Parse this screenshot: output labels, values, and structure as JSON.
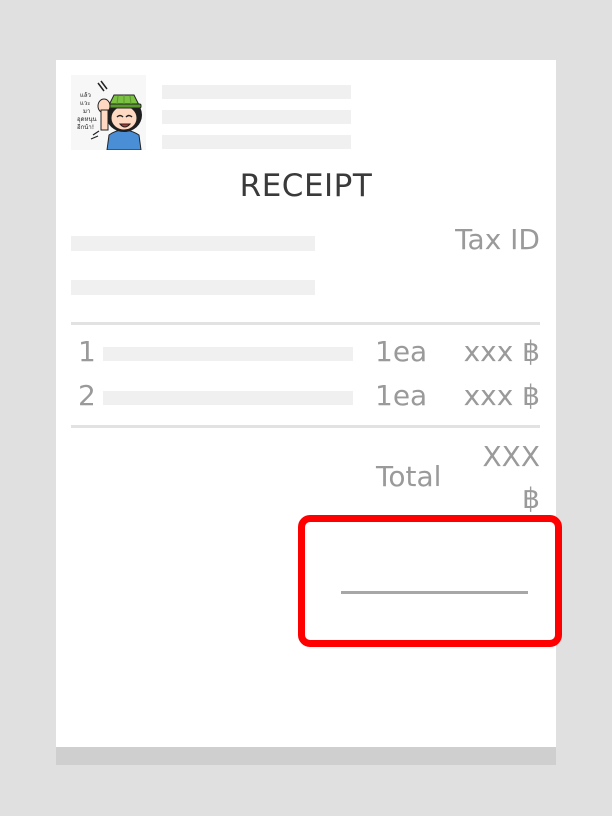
{
  "receipt": {
    "logo": {
      "caption_lines": [
        "แล้ว",
        "แวะ",
        "มา",
        "อุดหนุน",
        "อีกน้า!"
      ]
    },
    "title": "RECEIPT",
    "tax_id_label": "Tax ID",
    "items": [
      {
        "num": "1",
        "qty": "1ea",
        "price": "xxx ฿"
      },
      {
        "num": "2",
        "qty": "1ea",
        "price": "xxx ฿"
      }
    ],
    "total_label": "Total",
    "total_value_line1": "XXX",
    "total_value_line2": "฿"
  },
  "colors": {
    "page_background": "#e0e0e0",
    "paper": "#ffffff",
    "highlight_border": "#ff0000"
  }
}
